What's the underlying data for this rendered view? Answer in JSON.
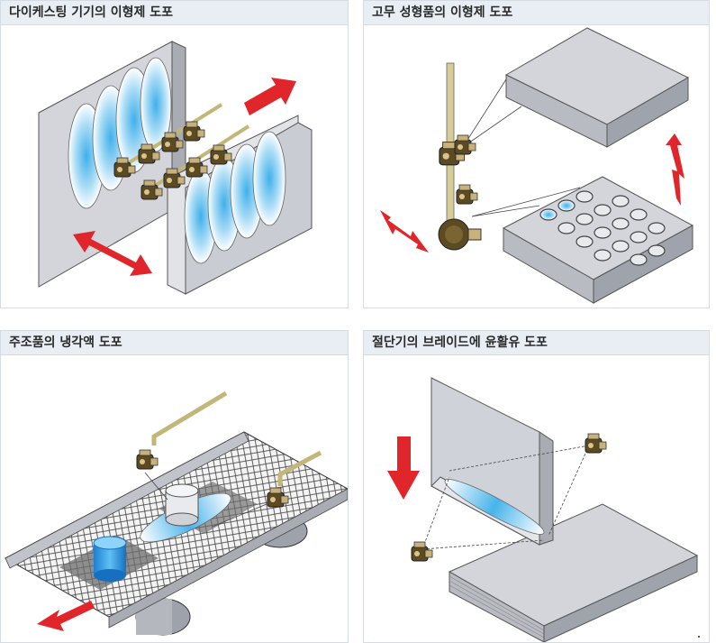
{
  "panels": [
    {
      "title": "다이케스팅 기기의 이형제 도포",
      "image": "die-casting-release-agent-illustration"
    },
    {
      "title": "고무 성형품의 이형제 도포",
      "image": "rubber-molding-release-agent-illustration"
    },
    {
      "title": "주조품의 냉각액 도포",
      "image": "casting-coolant-illustration"
    },
    {
      "title": "절단기의 브레이드에 윤활유 도포",
      "image": "cutter-blade-lubricant-illustration"
    }
  ],
  "colors": {
    "accent": "#e0262b",
    "mold": "#c9ccd3",
    "spray": "#5bbde8",
    "pipe": "#d6cc98",
    "title_bg": "#e9eef4"
  }
}
